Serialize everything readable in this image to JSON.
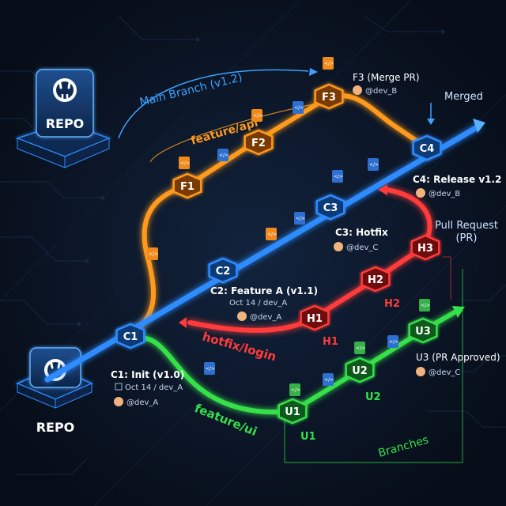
{
  "repo_label_top": "REPO",
  "repo_label_bottom": "REPO",
  "main_branch_label": "Main Branch (v1.2)",
  "branch_labels": {
    "feature_api": "feature/api",
    "hotfix_login": "hotfix/login",
    "feature_ui": "feature/ui",
    "branches": "Branches"
  },
  "nodes": {
    "C1": "C1",
    "C2": "C2",
    "C3": "C3",
    "C4": "C4",
    "F1": "F1",
    "F2": "F2",
    "F3": "F3",
    "H1": "H1",
    "H2": "H2",
    "H3": "H3",
    "U1": "U1",
    "U2": "U2",
    "U3": "U3"
  },
  "annotations": {
    "c1_title": "C1: Init (v1.0)",
    "c1_date": "Oct 14 / dev_A",
    "c1_user": "@dev_A",
    "c2_title": "C2: Feature A (v1.1)",
    "c2_date": "Oct 14 / dev_A",
    "c2_user": "@dev_A",
    "c3_title": "C3: Hotfix",
    "c3_user": "@dev_C",
    "c4_title": "C4: Release v1.2",
    "c4_user": "@dev_B",
    "f3_title": "F3 (Merge PR)",
    "f3_user": "@dev_B",
    "merged": "Merged",
    "pull_request_1": "Pull Request",
    "pull_request_2": "(PR)",
    "h1_under": "H1",
    "h2_under": "H2",
    "u1_under": "U1",
    "u2_under": "U2",
    "u3_title": "U3 (PR Approved)",
    "u3_user": "@dev_C"
  },
  "colors": {
    "background": "#0b1424",
    "main": "#2f8cff",
    "feature_api": "#ff9a1f",
    "hotfix": "#ff3b3b",
    "feature_ui": "#36e04a",
    "text": "#ffffff",
    "main_label": "#3fa0ff"
  },
  "icons": {
    "repo": "github-icon",
    "commit_file": "code-file-icon",
    "avatar": "avatar-icon",
    "calendar": "calendar-icon"
  }
}
